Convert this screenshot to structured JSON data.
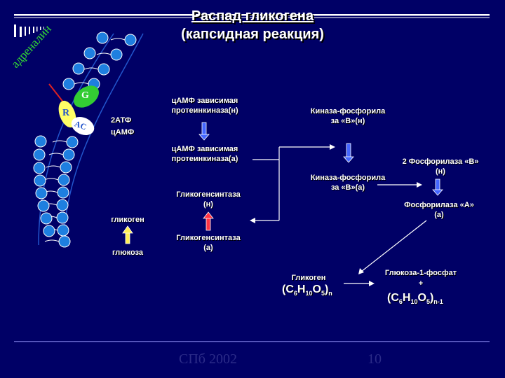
{
  "title": {
    "line1": "Распад гликогена",
    "line2": "(капсидная реакция)"
  },
  "membrane": {
    "hormone": "адреналин",
    "receptor_g": "G",
    "receptor_r": "R",
    "receptor_ac": "AC",
    "atp": "2АТФ",
    "camp": "цАМФ"
  },
  "pathway": {
    "pk_inactive": [
      "цАМФ зависимая",
      "протеинкиназа(н)"
    ],
    "pk_active": [
      "цАМФ зависимая",
      "протеинкиназа(а)"
    ],
    "gs_inactive": [
      "Гликогенсинтаза",
      "(н)"
    ],
    "gs_active": [
      "Гликогенсинтаза",
      "(а)"
    ],
    "glycogen_label": "гликоген",
    "glucose_label": "глюкоза",
    "phk_inactive": [
      "Киназа-фосфорила",
      "за «В»(н)"
    ],
    "phk_active": [
      "Киназа-фосфорила",
      "за «В»(а)"
    ],
    "ph_inactive": [
      "2 Фосфорилаза «В»",
      "(н)"
    ],
    "ph_active": [
      "Фосфорилаза «А»",
      "(а)"
    ],
    "glycogen_name": "Гликоген",
    "glycogen_formula": {
      "c": "С",
      "c_sub": "6",
      "h": "Н",
      "h_sub": "10",
      "o": "О",
      "o_sub": "5",
      "n": "n"
    },
    "g1p_name": "Глюкоза-1-фосфат",
    "plus": "+",
    "g1p_formula": {
      "c": "С",
      "c_sub": "6",
      "h": "Н",
      "h_sub": "10",
      "o": "О",
      "o_sub": "5",
      "n": "n-1"
    }
  },
  "footer": {
    "left": "СПб 2002",
    "right": "10"
  },
  "colors": {
    "background": "#000066",
    "line": "#ffffff",
    "bead": "#1e7fe0",
    "membrane": "#2255cc",
    "receptor_g": "#33cc33",
    "receptor_r": "#ffff66",
    "receptor_ac": "#ffffff",
    "hormone": "#33dd33",
    "hormone_arrow": "#dd2222",
    "arrow_fill": "#4466ff",
    "arrow_up": "#ff3344",
    "glucose_arrow": "#ffee55"
  }
}
